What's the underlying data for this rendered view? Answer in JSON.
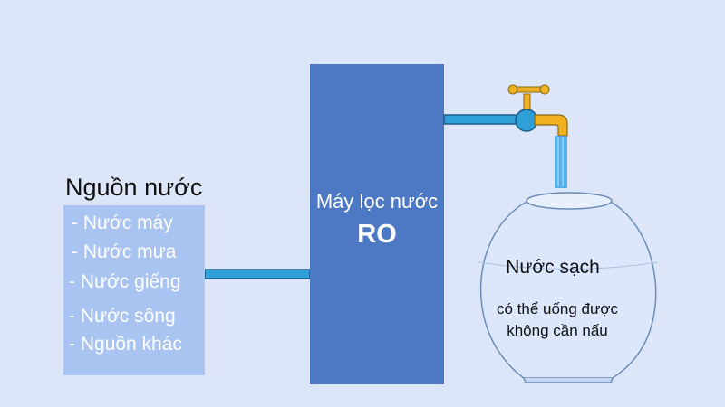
{
  "sources": {
    "title": "Nguồn nước",
    "items": [
      "- Nước máy",
      "- Nước mưa",
      "- Nước giếng",
      "- Nước sông",
      "- Nguồn khác"
    ]
  },
  "filter": {
    "label": "Máy lọc nước",
    "model": "RO"
  },
  "output": {
    "title": "Nước sạch",
    "line1": "có thể uống được",
    "line2": "không cần nấu"
  },
  "colors": {
    "background": "#dde6f8",
    "source_box": "#a9c4f1",
    "filter_box": "#4d78c4",
    "pipe": "#2f9fd8",
    "faucet": "#f0b020",
    "water": "#3aa7e8"
  }
}
